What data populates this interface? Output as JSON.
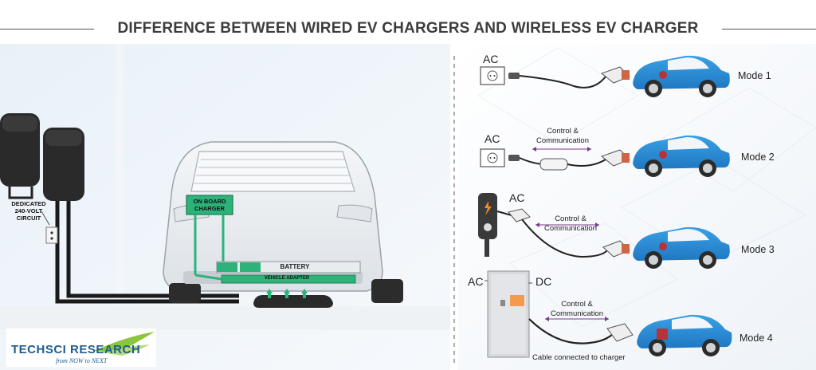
{
  "title": "DIFFERENCE BETWEEN WIRED EV CHARGERS AND WIRELESS EV CHARGER",
  "left_panel": {
    "circuit_label_1": "DEDICATED",
    "circuit_label_2": "240-VOLT",
    "circuit_label_3": "CIRCUIT",
    "onboard_label_1": "ON BOARD",
    "onboard_label_2": "CHARGER",
    "battery_label": "BATTERY",
    "adapter_label": "VEHICLE ADAPTER"
  },
  "modes": [
    {
      "name": "Mode 1",
      "source": "AC",
      "comm": ""
    },
    {
      "name": "Mode 2",
      "source": "AC",
      "comm_1": "Control &",
      "comm_2": "Communication"
    },
    {
      "name": "Mode 3",
      "source": "AC",
      "comm_1": "Control &",
      "comm_2": "Communication"
    },
    {
      "name": "Mode 4",
      "source": "AC",
      "target": "DC",
      "comm_1": "Control &",
      "comm_2": "Communication",
      "cable_note": "Cable connected to charger"
    }
  ],
  "logo": {
    "main": "TECHSCI RESEARCH",
    "tagline": "from NOW to NEXT"
  },
  "colors": {
    "car_blue": "#2f8fd6",
    "charger_green": "#2db37a",
    "title_text": "#3d3d3d",
    "logo_blue": "#1c5d8f",
    "logo_green": "#8cc63f"
  }
}
